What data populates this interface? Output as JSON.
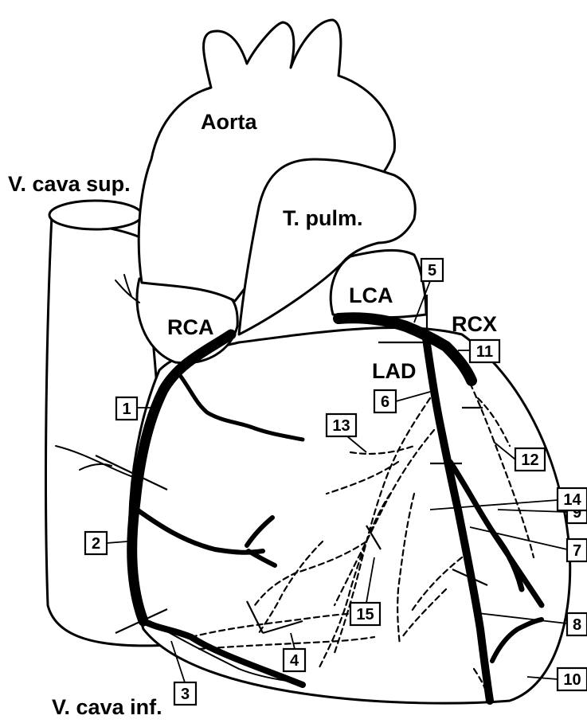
{
  "labels": {
    "aorta": "Aorta",
    "vena_cava_sup": "V. cava sup.",
    "t_pulm": "T. pulm.",
    "rca": "RCA",
    "lca": "LCA",
    "rcx": "RCX",
    "lad": "LAD",
    "vena_cava_inf": "V. cava inf."
  },
  "segments": [
    "1",
    "2",
    "3",
    "4",
    "5",
    "6",
    "7",
    "8",
    "9",
    "10",
    "11",
    "12",
    "13",
    "14",
    "15"
  ]
}
